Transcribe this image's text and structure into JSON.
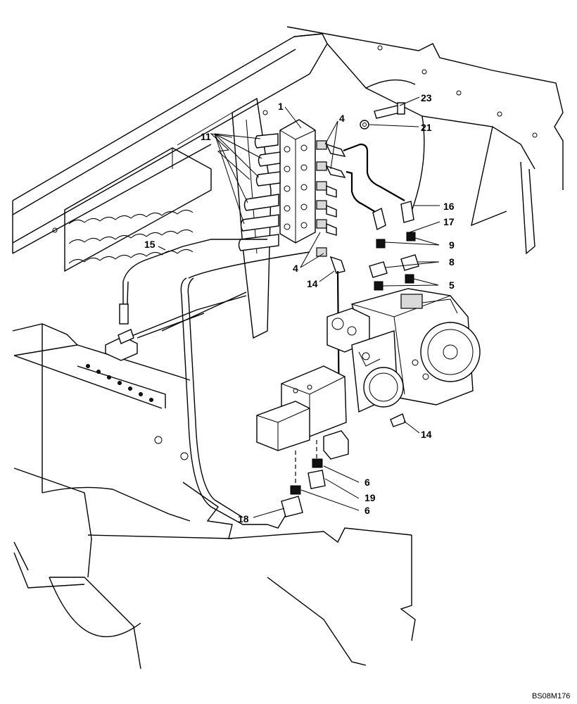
{
  "diagram": {
    "reference_code": "BS08M176",
    "callouts": [
      {
        "id": "c1",
        "label": "1"
      },
      {
        "id": "c4a",
        "label": "4"
      },
      {
        "id": "c4b",
        "label": "4"
      },
      {
        "id": "c5",
        "label": "5"
      },
      {
        "id": "c6a",
        "label": "6"
      },
      {
        "id": "c6b",
        "label": "6"
      },
      {
        "id": "c8",
        "label": "8"
      },
      {
        "id": "c9",
        "label": "9"
      },
      {
        "id": "c11",
        "label": "11"
      },
      {
        "id": "c14a",
        "label": "14"
      },
      {
        "id": "c14b",
        "label": "14"
      },
      {
        "id": "c15",
        "label": "15"
      },
      {
        "id": "c16",
        "label": "16"
      },
      {
        "id": "c17",
        "label": "17"
      },
      {
        "id": "c18",
        "label": "18"
      },
      {
        "id": "c19",
        "label": "19"
      },
      {
        "id": "c21",
        "label": "21"
      },
      {
        "id": "c23",
        "label": "23"
      }
    ]
  }
}
